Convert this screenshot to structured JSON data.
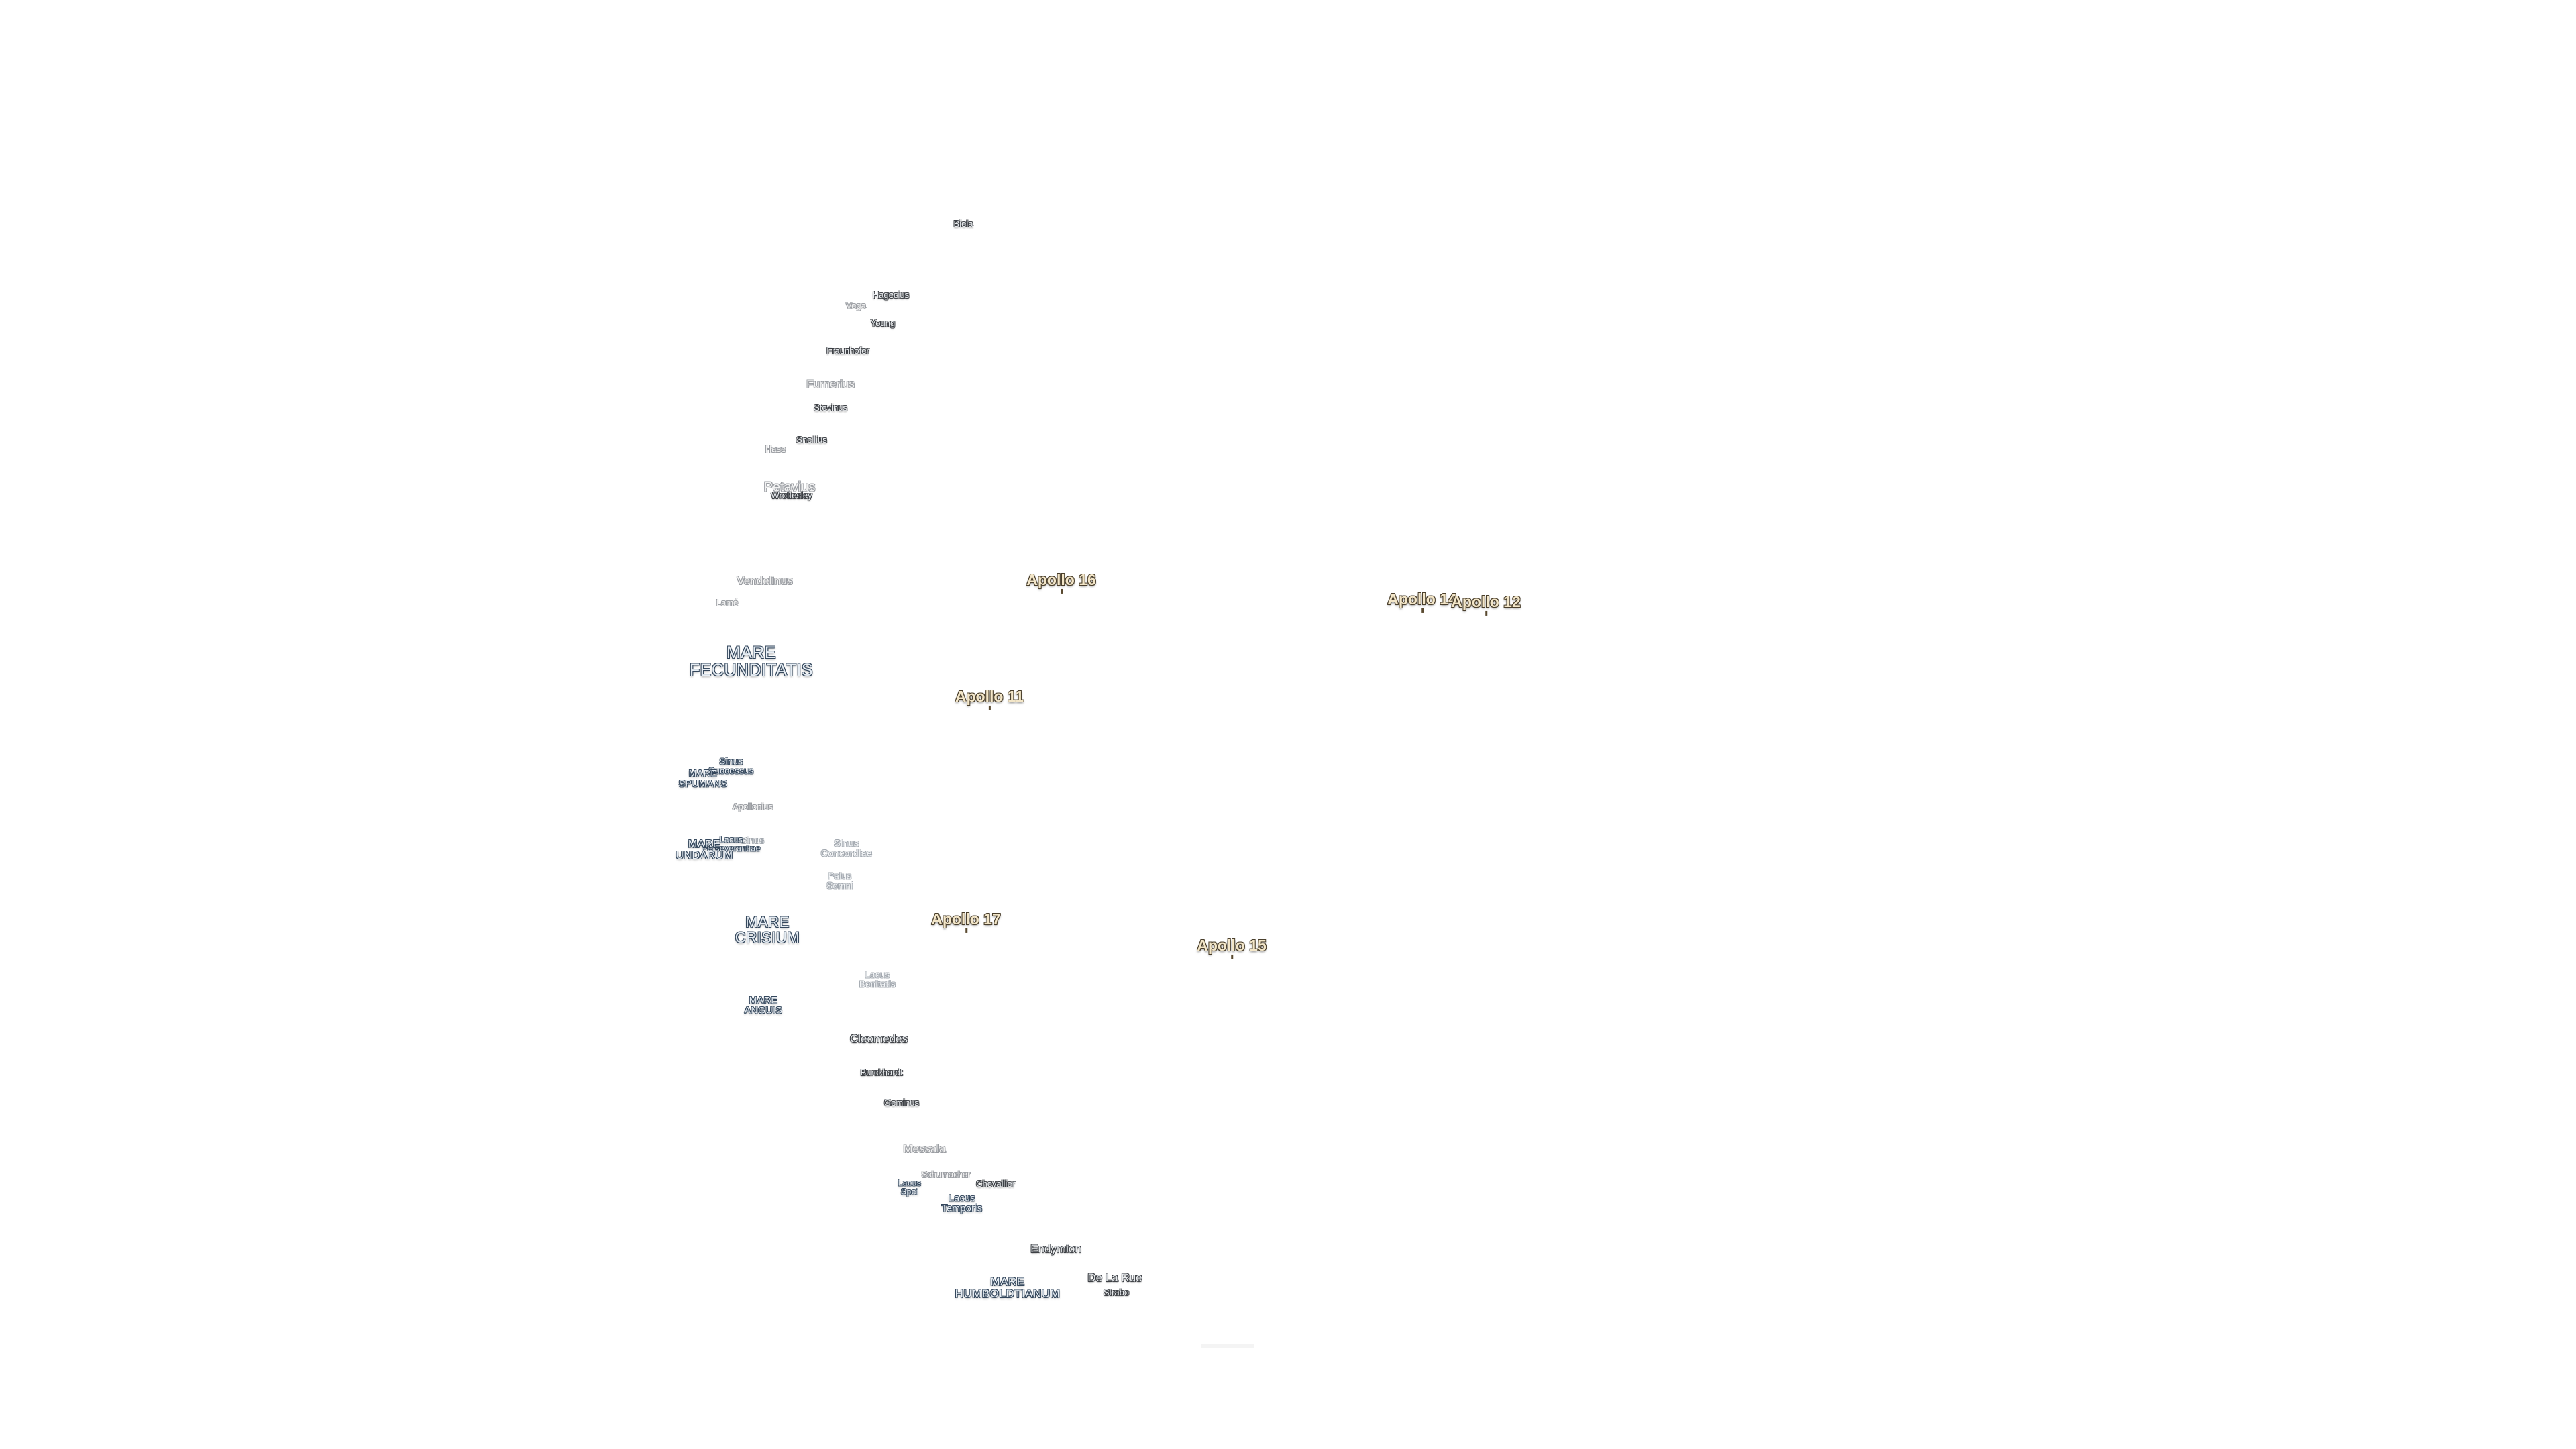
{
  "map": {
    "accent_colors": {
      "crater_text": "#e9ecef",
      "crater_halo": "#3d4045",
      "sea_halo": "#34475c",
      "apollo_text": "#f3e6c8",
      "apollo_halo": "#4a3f2c",
      "background": "#ffffff"
    }
  },
  "labels": {
    "biela": "Biela",
    "hagecius": "Hagecius",
    "vega": "Vega",
    "young": "Young",
    "fraunhofer": "Fraunhofer",
    "furnerius": "Furnerius",
    "stevinus": "Stevinus",
    "snellius": "Snellius",
    "hase": "Hase",
    "petavius": "Petavius",
    "wrottesley": "Wrottesley",
    "vendelinus": "Vendelinus",
    "lame": "Lamé",
    "apollo16": "Apollo 16",
    "apollo14": "Apollo 14",
    "apollo12": "Apollo 12",
    "mare_fecunditatis": "MARE\nFECUNDITATIS",
    "apollo11": "Apollo 11",
    "sinus_successus": "Sinus\nSuccessus",
    "mare_spumans": "MARE\nSPUMANS",
    "apollonius": "Apollonius",
    "sinus_amoris": "Sinus",
    "lacus_perseverantiae": "Lacus\nPerseverantiae",
    "mare_undarum": "MARE\nUNDARUM",
    "sinus_concordiae": "Sinus\nConcordiae",
    "palus_somni": "Palus\nSomni",
    "apollo17": "Apollo 17",
    "mare_crisium": "MARE\nCRISIUM",
    "apollo15": "Apollo 15",
    "lacus_bonitatis": "Lacus\nBonitatis",
    "mare_anguis": "MARE\nANGUIS",
    "cleomedes": "Cleomedes",
    "burckhardt": "Burckhardt",
    "geminus": "Geminus",
    "messala": "Messala",
    "schumacher": "Schumacher",
    "lacus_spei": "Lacus\nSpei",
    "chevallier": "Chevallier",
    "lacus_temporis": "Lacus\nTemporis",
    "endymion": "Endymion",
    "mare_humboldtianum": "MARE\nHUMBOLDTIANUM",
    "de_la_rue": "De La Rue",
    "strabo": "Strabo"
  }
}
